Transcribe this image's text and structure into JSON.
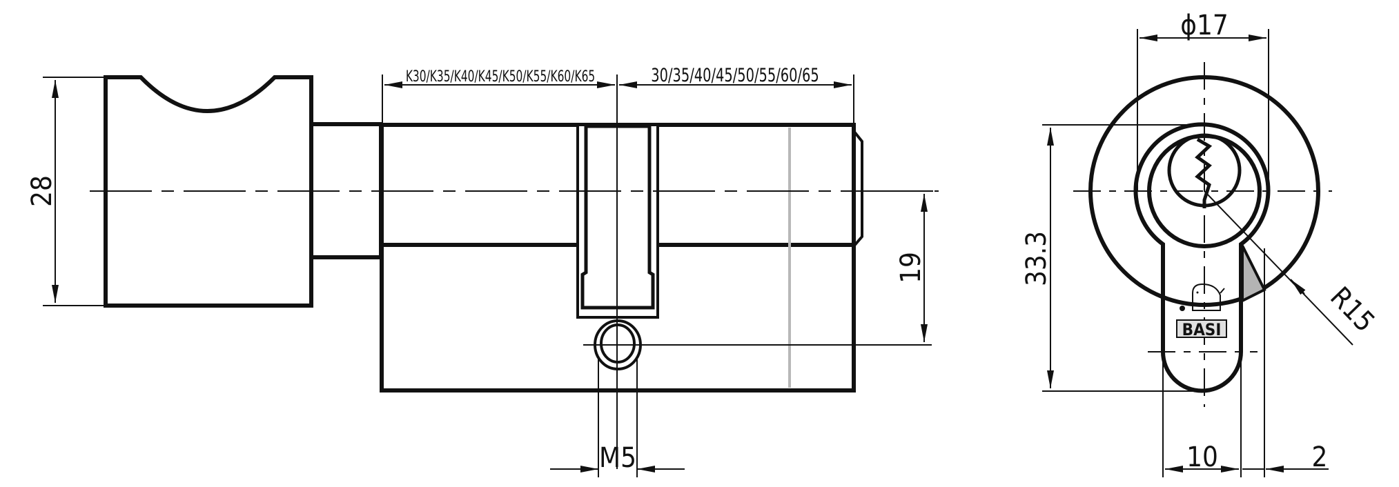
{
  "drawing": {
    "title": "Knob cylinder technical drawing",
    "colors": {
      "body_fill": "#e0e0e0",
      "cam_fill": "#b4b4b4",
      "line": "#111111",
      "background": "#ffffff"
    },
    "side_view": {
      "dim_length_left": "K30/K35/K40/K45/K50/K55/K60/K65",
      "dim_length_right": "30/35/40/45/50/55/60/65",
      "dim_knob_height": "28",
      "dim_cam_offset": "19",
      "dim_screw": "M5"
    },
    "front_view": {
      "dim_diameter": "ϕ17",
      "dim_height": "33.3",
      "dim_radius": "R15",
      "dim_tail_width": "10",
      "dim_cam_width": "2",
      "logo_text": "BASI"
    }
  }
}
